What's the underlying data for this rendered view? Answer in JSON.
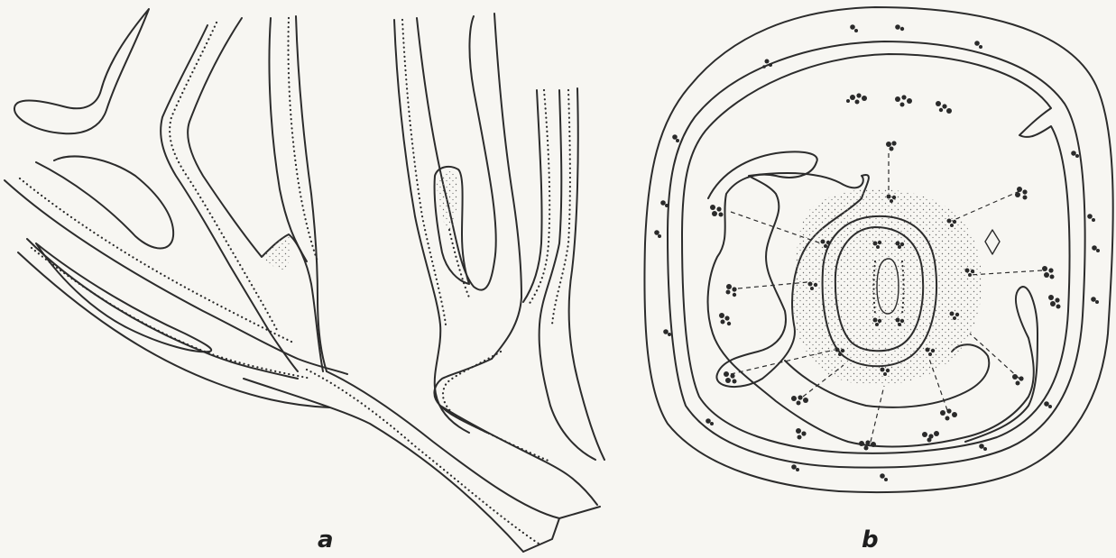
{
  "figure": {
    "panels": [
      {
        "id": "a",
        "label": "a"
      },
      {
        "id": "b",
        "label": "b"
      }
    ],
    "colors": {
      "ink": "#2c2c2c",
      "paper": "#f7f6f2",
      "stipple": "#6a6a6a"
    }
  }
}
